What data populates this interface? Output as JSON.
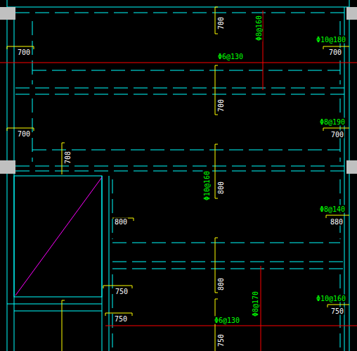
{
  "diagram": {
    "labels": [
      "700",
      "Φ8@160",
      "Φ10@180",
      "700",
      "Φ6@130",
      "700",
      "700",
      "700",
      "Φ8@190",
      "700",
      "708",
      "Φ10@160",
      "800",
      "Φ8@140",
      "800",
      "880",
      "800",
      "Φ8@170",
      "750",
      "Φ10@160",
      "750",
      "750",
      "Φ6@130",
      "750"
    ]
  }
}
